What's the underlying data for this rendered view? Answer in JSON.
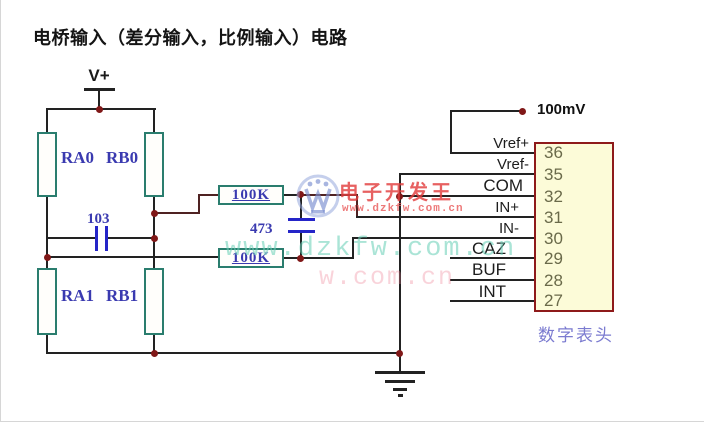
{
  "title": "电桥输入（差分输入，比例输入）电路",
  "power": {
    "label": "V+"
  },
  "components": {
    "ra0": "RA0",
    "rb0": "RB0",
    "ra1": "RA1",
    "rb1": "RB1",
    "bridge_cap_value": "103",
    "resistor_upper_value": "100K",
    "resistor_lower_value": "100K",
    "filter_cap_value": "473"
  },
  "reference": {
    "label": "100mV"
  },
  "chip": {
    "caption": "数字表头",
    "pins": [
      {
        "name": "Vref+",
        "number": "36"
      },
      {
        "name": "Vref-",
        "number": "35"
      },
      {
        "name": "COM",
        "number": "32"
      },
      {
        "name": "IN+",
        "number": "31"
      },
      {
        "name": "IN-",
        "number": "30"
      },
      {
        "name": "CAZ",
        "number": "29"
      },
      {
        "name": "BUF",
        "number": "28"
      },
      {
        "name": "INT",
        "number": "27"
      }
    ]
  },
  "watermark": {
    "brand": "电子开发王",
    "url": "www.dzkfw.com.cn",
    "url_large": "www.dzkfw.com.cn",
    "url_faint": "w.com.cn"
  },
  "colors": {
    "wire": "#222222",
    "bridge_branch_wire": "#4f2222",
    "junction_dot": "#801818",
    "resistor_outline": "#2a7d6e",
    "capacitor_blue": "#2525c8",
    "component_label_blue": "#3a3ab0",
    "chip_fill": "#fcfbd8",
    "chip_border": "#8e1a1a",
    "pin_number": "#6a6a4a",
    "chip_caption": "#7b7bd0",
    "watermark_red": "#e23e3e",
    "watermark_cyan": "#6cd0b8"
  }
}
